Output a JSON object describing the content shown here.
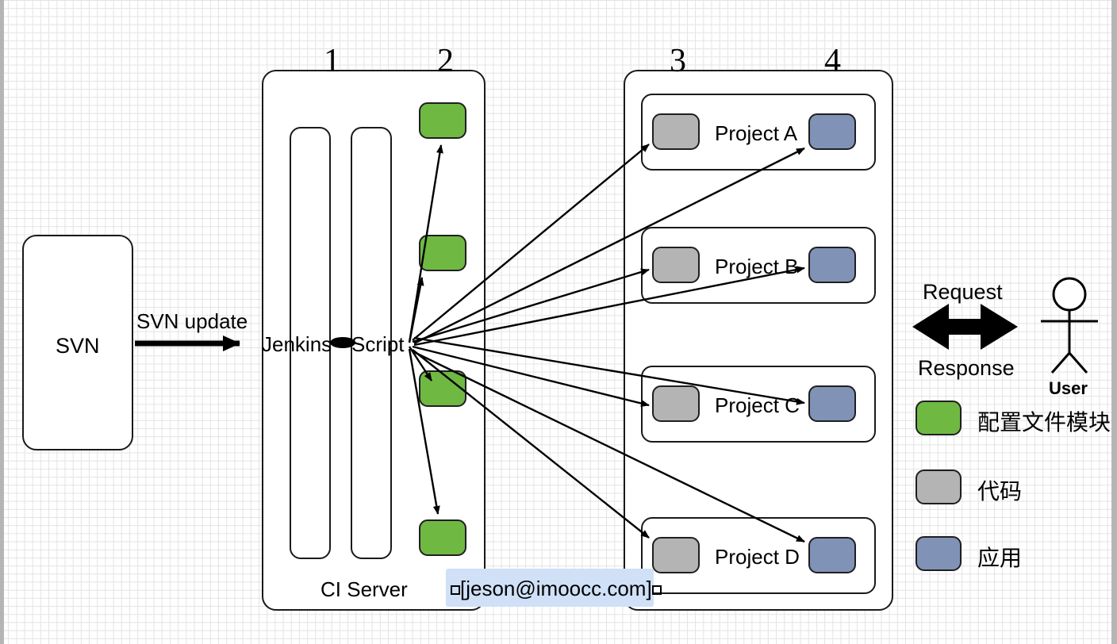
{
  "diagram": {
    "title": "CI/CD Jenkins deployment architecture diagram",
    "colors": {
      "config_module": "#6fb943",
      "code": "#b4b4b4",
      "application": "#8192b7",
      "stroke": "#1a1a1a",
      "email_highlight": "#cfe0f7",
      "grid": "#e3e3e3"
    },
    "step_numbers": [
      "1",
      "2",
      "3",
      "4"
    ],
    "source": {
      "label": "SVN",
      "edge_label": "SVN update"
    },
    "ci_server": {
      "caption": "CI Server",
      "jenkins_label": "Jenkins",
      "script_label": "Script",
      "config_modules_count": 4
    },
    "projects": [
      {
        "name": "Project A"
      },
      {
        "name": "Project B"
      },
      {
        "name": "Project C"
      },
      {
        "name": "Project D"
      }
    ],
    "user_side": {
      "request_label": "Request",
      "response_label": "Response",
      "user_label": "User"
    },
    "legend": [
      {
        "swatch": "green",
        "label": "配置文件模块"
      },
      {
        "swatch": "gray",
        "label": "代码"
      },
      {
        "swatch": "blue",
        "label": "应用"
      }
    ],
    "watermark": {
      "prefix": "□",
      "text": "[jeson@imoocc.com]",
      "suffix": "□"
    }
  }
}
